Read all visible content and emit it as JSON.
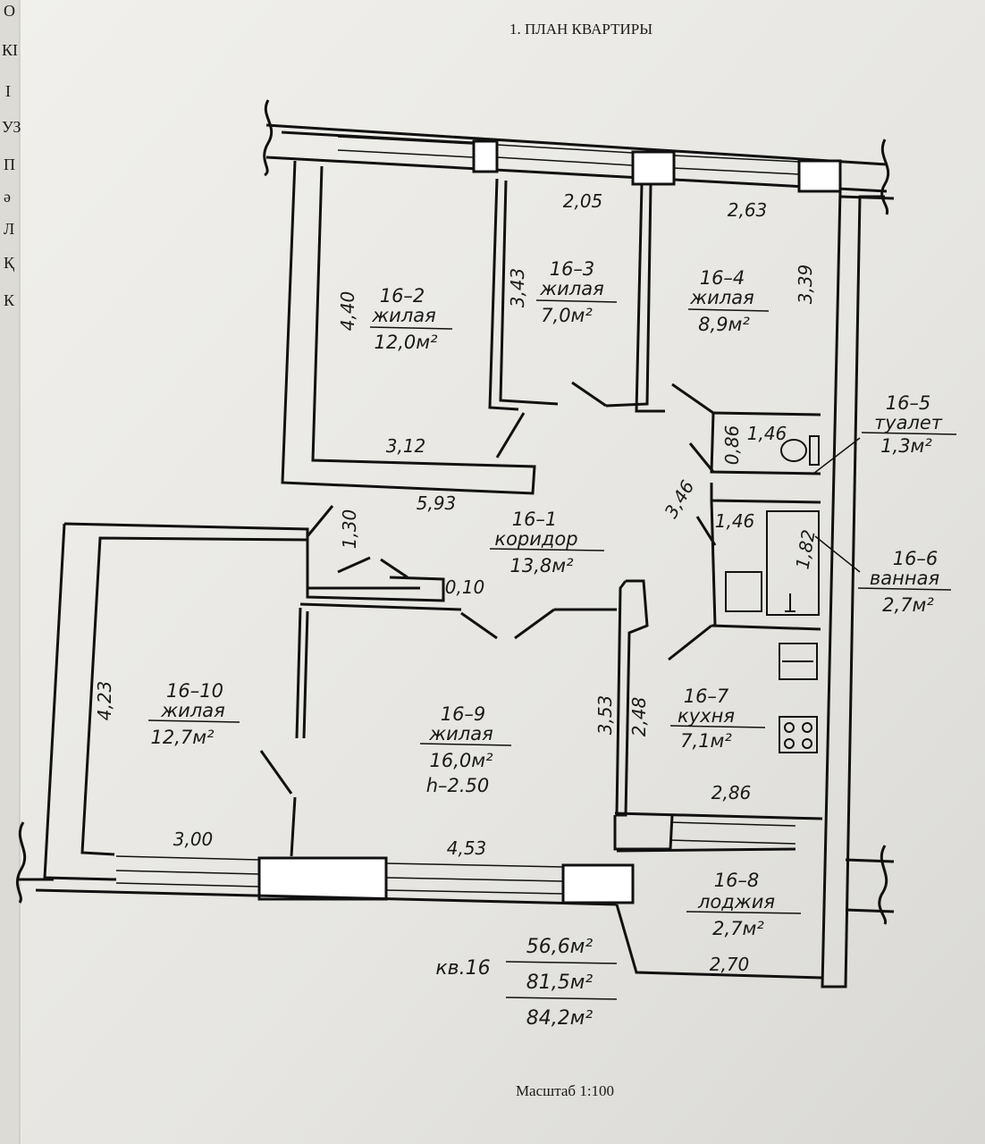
{
  "header": {
    "title": "1. ПЛАН КВАРТИРЫ"
  },
  "margin_text": [
    "О",
    "КІ",
    "І",
    "УЗ",
    "П",
    "ә",
    "Л",
    "Қ",
    "К"
  ],
  "rooms": [
    {
      "id": "16-1",
      "number": "16–1",
      "type": "коридор",
      "area": "13,8м²"
    },
    {
      "id": "16-2",
      "number": "16–2",
      "type": "жилая",
      "area": "12,0м²"
    },
    {
      "id": "16-3",
      "number": "16–3",
      "type": "жилая",
      "area": "7,0м²"
    },
    {
      "id": "16-4",
      "number": "16–4",
      "type": "жилая",
      "area": "8,9м²"
    },
    {
      "id": "16-5",
      "number": "16–5",
      "type": "туалет",
      "area": "1,3м²"
    },
    {
      "id": "16-6",
      "number": "16–6",
      "type": "ванная",
      "area": "2,7м²"
    },
    {
      "id": "16-7",
      "number": "16–7",
      "type": "кухня",
      "area": "7,1м²"
    },
    {
      "id": "16-8",
      "number": "16–8",
      "type": "лоджия",
      "area": "2,7м²"
    },
    {
      "id": "16-9",
      "number": "16–9",
      "type": "жилая",
      "area": "16,0м²",
      "height": "h–2.50"
    },
    {
      "id": "16-10",
      "number": "16–10",
      "type": "жилая",
      "area": "12,7м²"
    }
  ],
  "dimensions": {
    "d_2_05": "2,05",
    "d_2_63": "2,63",
    "d_4_40": "4,40",
    "d_3_43": "3,43",
    "d_3_39": "3,39",
    "d_3_12": "3,12",
    "d_5_93": "5,93",
    "d_1_30": "1,30",
    "d_0_86": "0,86",
    "d_1_46_toilet": "1,46",
    "d_3_46": "3,46",
    "d_1_46_bath": "1,46",
    "d_1_82": "1,82",
    "d_0_10": "0,10",
    "d_4_23": "4,23",
    "d_3_53": "3,53",
    "d_2_48": "2,48",
    "d_2_86": "2,86",
    "d_3_00": "3,00",
    "d_4_53": "4,53",
    "d_2_70": "2,70"
  },
  "summary": {
    "apartment": "кв.16",
    "area_living": "56,6м²",
    "area_total": "81,5м²",
    "area_with_loggia": "84,2м²"
  },
  "footer": {
    "scale": "Масштаб 1:100"
  }
}
